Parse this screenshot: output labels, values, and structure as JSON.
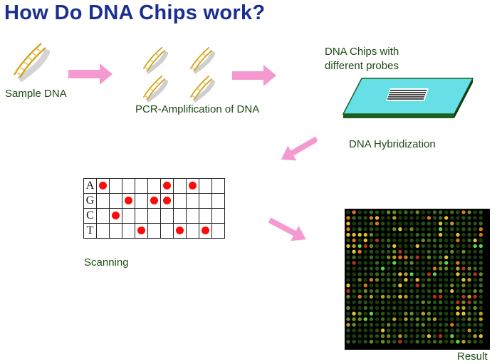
{
  "title": "How Do DNA Chips work?",
  "steps": {
    "sample": "Sample DNA",
    "pcr": "PCR-Amplification of DNA",
    "chip_line1": "DNA Chips with",
    "chip_line2": "different probes",
    "hybridization": "DNA Hybridization",
    "scanning": "Scanning",
    "result": "Result"
  },
  "scan_grid": {
    "rows": [
      "A",
      "G",
      "C",
      "T"
    ],
    "columns": 10,
    "hits": {
      "A": [
        1,
        6,
        8
      ],
      "G": [
        3,
        5,
        6
      ],
      "C": [
        2
      ],
      "T": [
        4,
        7,
        9
      ]
    }
  },
  "colors": {
    "title": "#1a2f8f",
    "label": "#1e4a14",
    "arrow": "#f49ad0",
    "chip": "#66e0e6",
    "chip_edge": "#1b5e20",
    "hit_dot": "#ff0a0a"
  }
}
